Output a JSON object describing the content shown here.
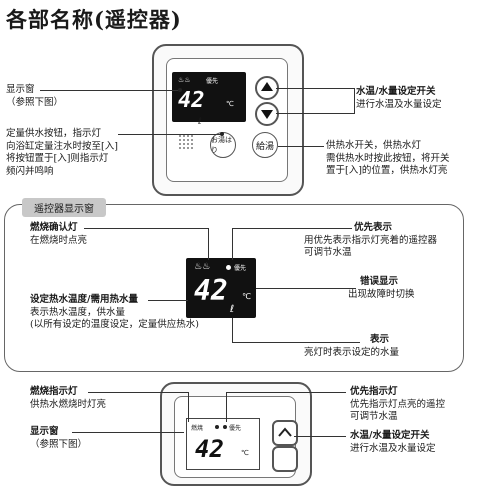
{
  "title": "各部名称(遥控器)",
  "top": {
    "display_window": {
      "line1": "显示窗",
      "line2": "（参照下图）"
    },
    "fixed_button": [
      "定量供水按钮，指示灯",
      "向浴缸定量注水时按至[入]",
      "将按钮置于[入]则指示灯",
      "频闪并鸣响"
    ],
    "temp_switch": {
      "line1": "水温/水量设定开关",
      "line2": "进行水温及水量设定"
    },
    "supply_switch": [
      "供热水开关，供热水灯",
      "需供热水时按此按钮，将开关",
      "置于[入]的位置，供热水灯亮"
    ],
    "button_left": "お湯はり",
    "button_right": "給湯",
    "screen": {
      "label_flame": "燃焼",
      "label_priority": "優先",
      "temp": "42",
      "unit": "℃",
      "water": "ℓ"
    }
  },
  "section": {
    "tag": "遥控器显示窗",
    "combustion": {
      "line1": "燃烧确认灯",
      "line2": "在燃烧时点亮"
    },
    "priority": {
      "line1": "优先表示",
      "line2": "用优先表示指示灯亮着的遥控器",
      "line3": "可调节水温"
    },
    "error": {
      "line1": "错误显示",
      "line2": "出现故障时切换"
    },
    "setting": [
      "设定热水温度/需用热水量",
      "表示热水温度，供水量",
      "(以所有设定的温度设定，定量供应热水)"
    ],
    "amount": {
      "line1": "表示",
      "line2": "亮灯时表示设定的水量"
    },
    "screen": {
      "label_flame": "燃焼",
      "label_priority": "優先",
      "temp": "42",
      "unit": "℃",
      "water": "ℓ"
    }
  },
  "bottom": {
    "flame_light": {
      "line1": "燃烧指示灯",
      "line2": "供热水燃烧时灯亮"
    },
    "display_window": {
      "line1": "显示窗",
      "line2": "（参照下图）"
    },
    "priority_light": {
      "line1": "优先指示灯",
      "line2": "优先指示灯点亮的遥控",
      "line3": "可调节水温"
    },
    "temp_switch": {
      "line1": "水温/水量设定开关",
      "line2": "进行水温及水量设定"
    },
    "screen": {
      "label_flame": "燃焼",
      "label_priority": "優先",
      "temp": "42",
      "unit": "℃"
    }
  }
}
